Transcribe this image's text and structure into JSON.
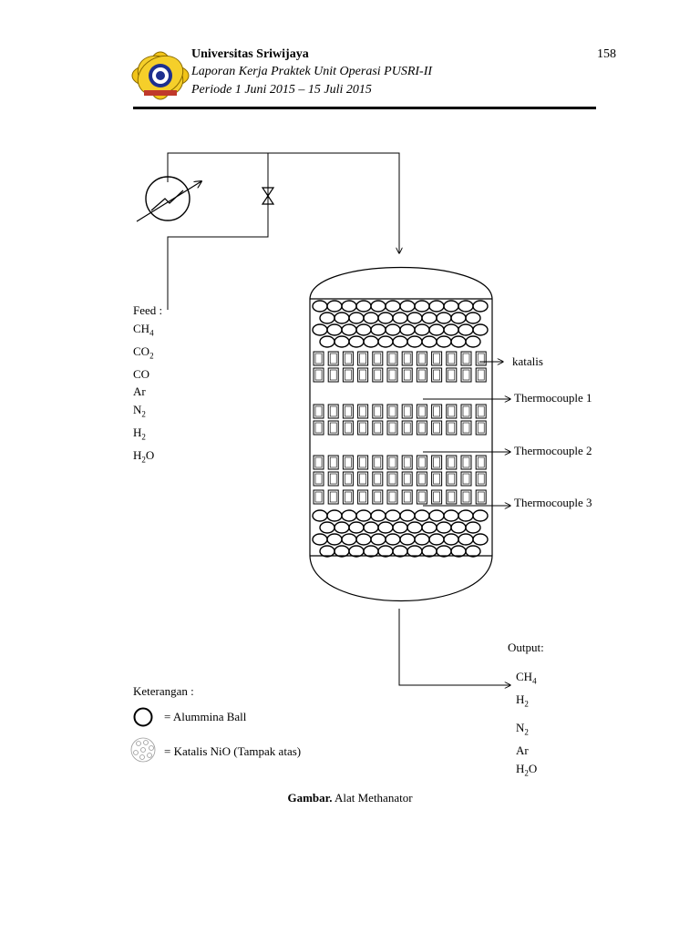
{
  "header": {
    "university": "Universitas Sriwijaya",
    "report": "Laporan Kerja Praktek Unit Operasi PUSRI-II",
    "period": "Periode 1 Juni 2015 – 15 Juli 2015",
    "page_number": "158"
  },
  "feed": {
    "title": "Feed :",
    "components": [
      {
        "base": "CH",
        "sub": "4"
      },
      {
        "base": "CO",
        "sub": "2"
      },
      {
        "base": "CO",
        "sub": ""
      },
      {
        "base": "Ar",
        "sub": ""
      },
      {
        "base": "N",
        "sub": "2"
      },
      {
        "base": "H",
        "sub": "2"
      },
      {
        "base": "H",
        "sub": "2",
        "tail": "O"
      }
    ]
  },
  "labels": {
    "katalis": "katalis",
    "tc1": "Thermocouple 1",
    "tc2": "Thermocouple 2",
    "tc3": "Thermocouple 3"
  },
  "output": {
    "title": "Output:",
    "components": [
      {
        "base": "CH",
        "sub": "4"
      },
      {
        "base": "H",
        "sub": "2"
      },
      {
        "base": "N",
        "sub": "2"
      },
      {
        "base": "Ar",
        "sub": ""
      },
      {
        "base": "H",
        "sub": "2",
        "tail": "O"
      }
    ]
  },
  "legend": {
    "title": "Keterangan :",
    "alumina": "= Alummina Ball",
    "nio": "= Katalis NiO (Tampak atas)"
  },
  "caption": {
    "bold": "Gambar.",
    "text": " Alat Methanator"
  }
}
